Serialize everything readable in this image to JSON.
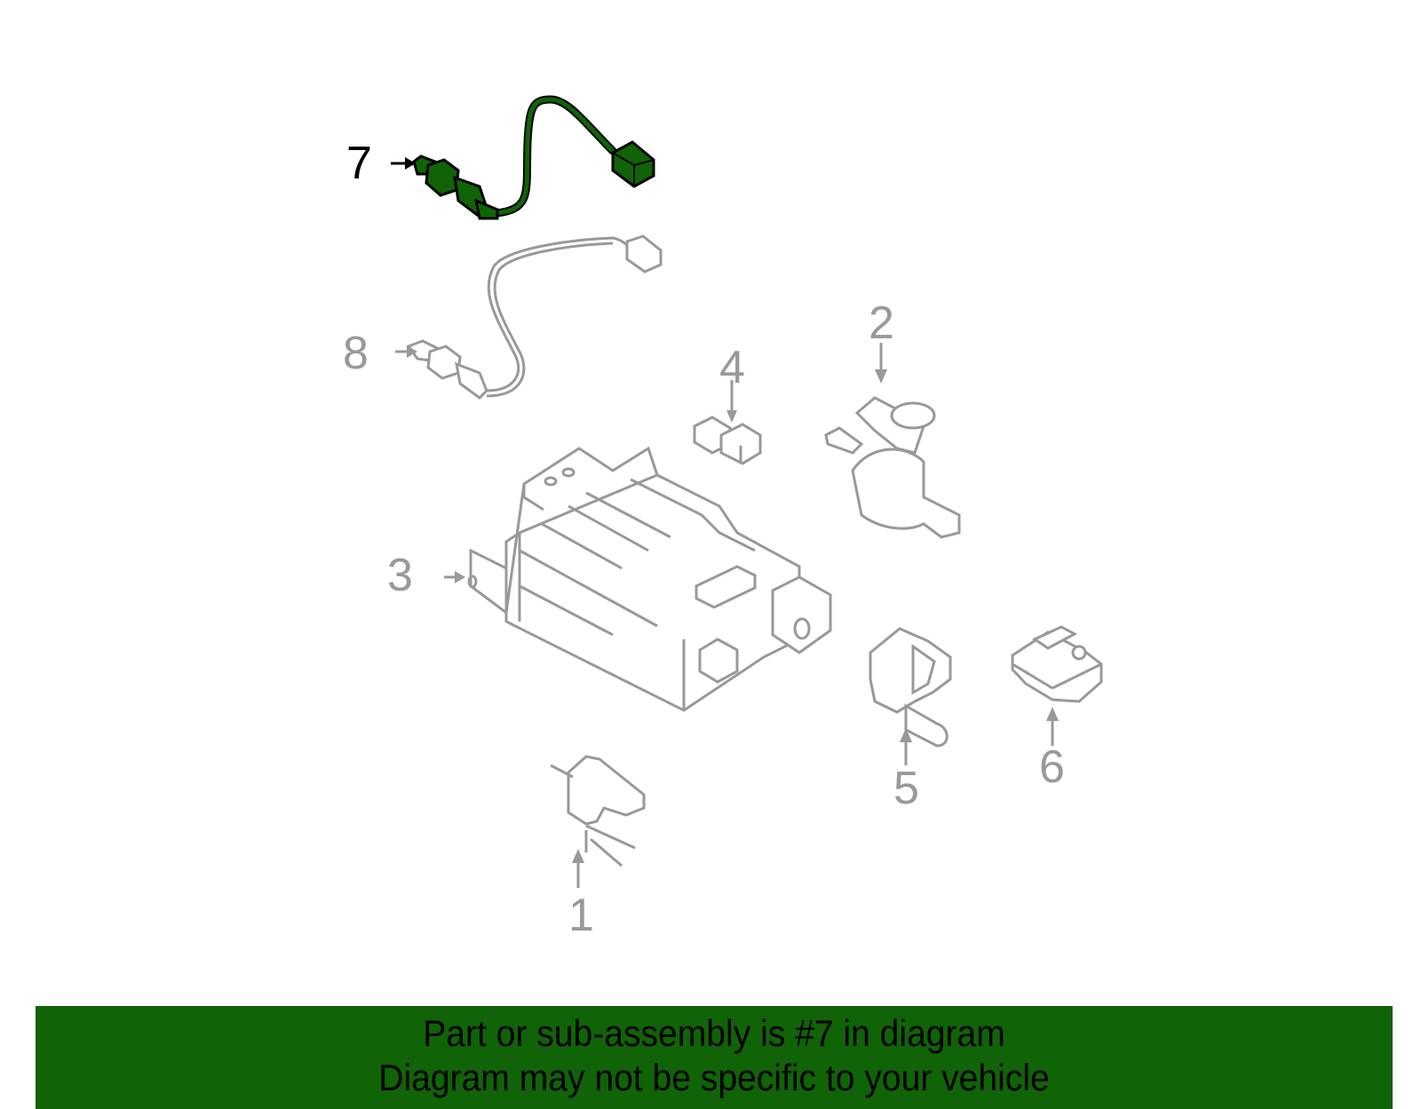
{
  "diagram": {
    "callouts": [
      {
        "number": "1",
        "highlighted": false
      },
      {
        "number": "2",
        "highlighted": false
      },
      {
        "number": "3",
        "highlighted": false
      },
      {
        "number": "4",
        "highlighted": false
      },
      {
        "number": "5",
        "highlighted": false
      },
      {
        "number": "6",
        "highlighted": false
      },
      {
        "number": "7",
        "highlighted": true
      },
      {
        "number": "8",
        "highlighted": false
      }
    ],
    "colors": {
      "highlight_fill": "#106306",
      "highlight_stroke": "#000000",
      "part_stroke": "#999999",
      "label_active": "#000000",
      "label_inactive": "#999999"
    }
  },
  "banner": {
    "line1": "Part or sub-assembly is #7 in diagram",
    "line2": "Diagram may not be specific to your vehicle",
    "background": "#106306"
  }
}
